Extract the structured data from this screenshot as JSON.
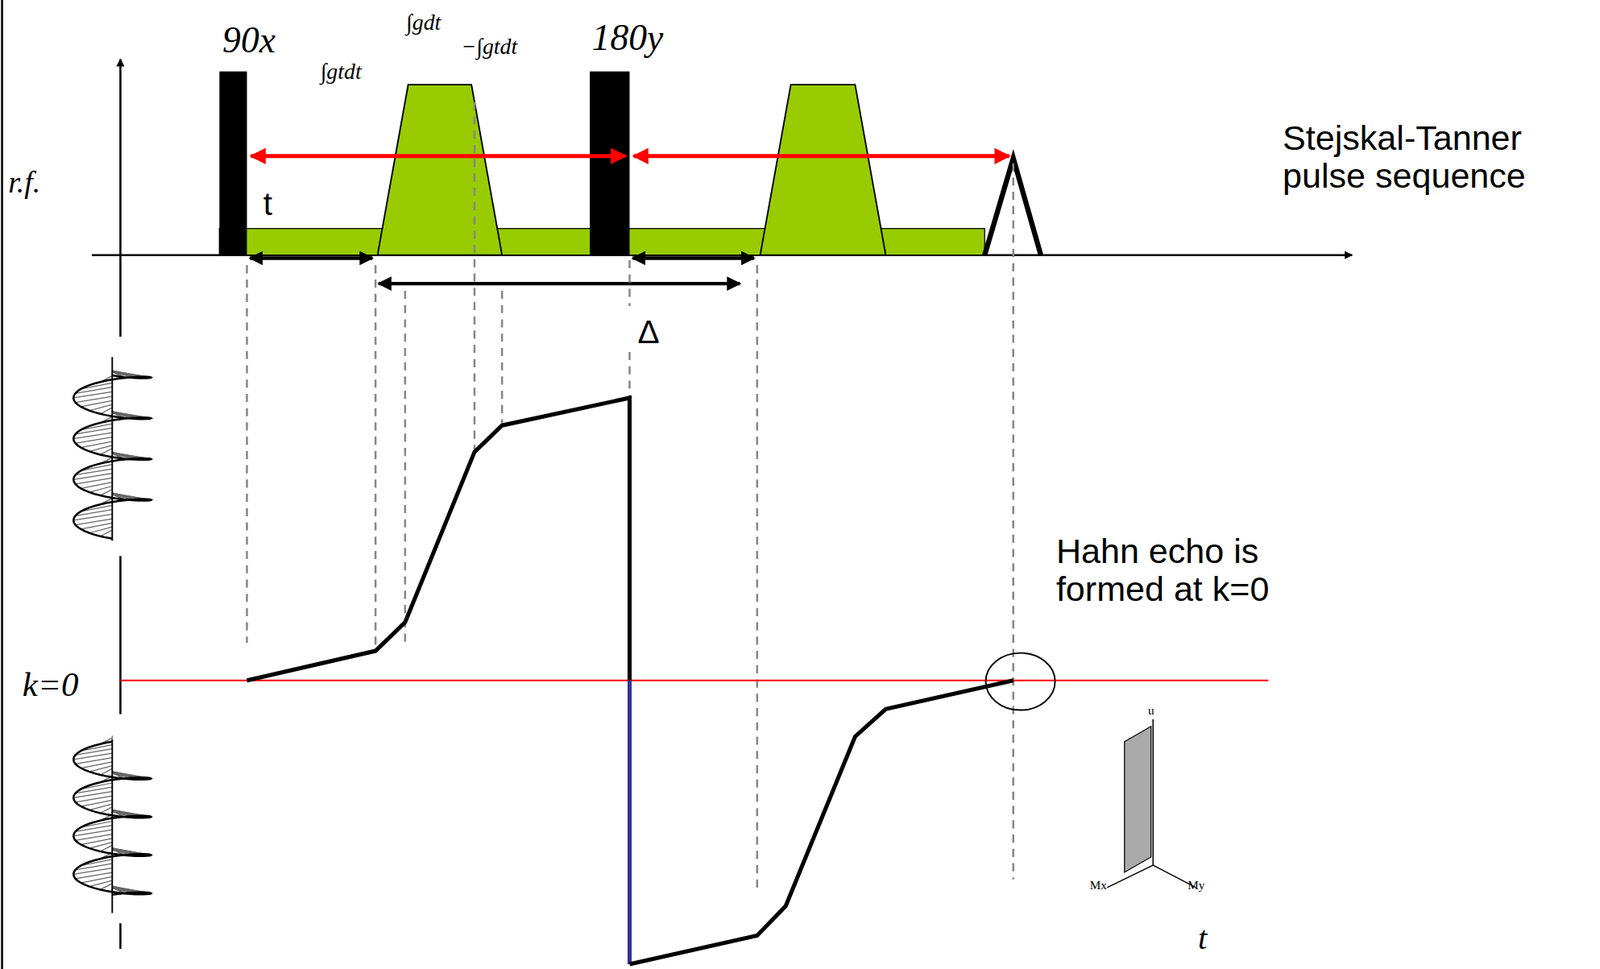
{
  "diagram": {
    "labels": [
      "90x",
      "∫gtdt",
      "∫gdt",
      "−∫gtdt",
      "180y",
      "r.f.",
      "t",
      "Δ",
      "Stejskal-Tanner pulse sequence",
      "Hahn echo is formed at k=0",
      "k=0",
      "u",
      "Mx",
      "My",
      "t"
    ]
  }
}
